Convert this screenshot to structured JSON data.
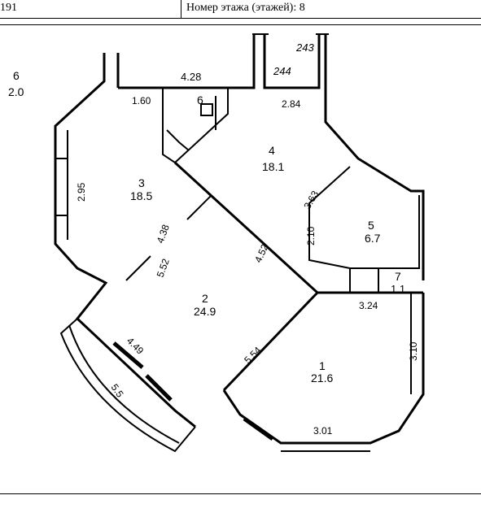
{
  "header": {
    "left_text": "191",
    "right_text": "Номер этажа (этажей): 8"
  },
  "plan": {
    "rooms": [
      {
        "number": "1",
        "area": "21.6"
      },
      {
        "number": "2",
        "area": "24.9"
      },
      {
        "number": "3",
        "area": "18.5"
      },
      {
        "number": "4",
        "area": "18.1"
      },
      {
        "number": "5",
        "area": "6.7"
      },
      {
        "number": "6",
        "area": ""
      },
      {
        "number": "7",
        "area": "1.1"
      },
      {
        "number": "6",
        "area": "2.0"
      }
    ],
    "dimensions": [
      "4.28",
      "1.60",
      "2.84",
      "2.95",
      "4.38",
      "3.63",
      "2.10",
      "4.52",
      "5.52",
      "3.24",
      "3.10",
      "4.49",
      "5.54",
      "5.5",
      "3.01"
    ],
    "markers": [
      "243",
      "244"
    ]
  }
}
